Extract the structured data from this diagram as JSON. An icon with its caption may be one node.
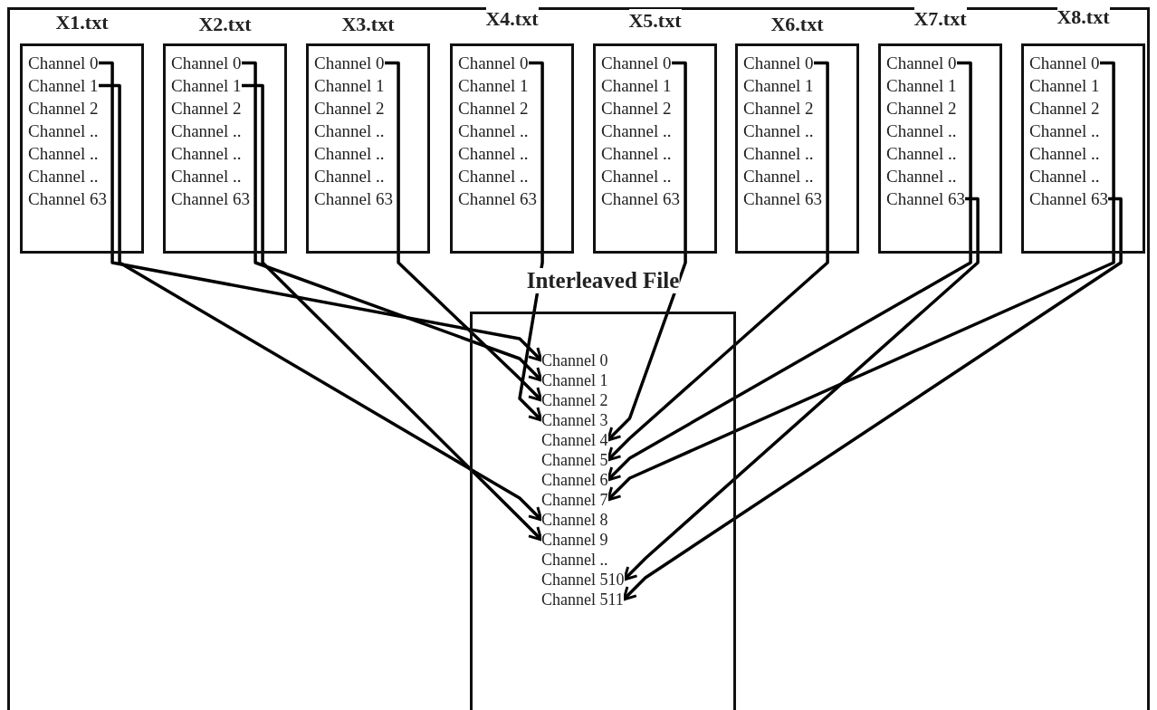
{
  "diagram": {
    "nodes": [
      {
        "text": [
          "X1.txt"
        ]
      },
      {
        "text": [
          "Channel 0"
        ],
        "in": 0
      },
      {
        "text": [
          "Channel 1"
        ],
        "in": 0
      },
      {
        "text": [
          "Channel 2"
        ],
        "in": 0
      },
      {
        "text": [
          "Channel .."
        ],
        "in": 0
      },
      {
        "text": [
          "Channel .."
        ],
        "in": 0
      },
      {
        "text": [
          "Channel .."
        ],
        "in": 0
      },
      {
        "text": [
          "Channel 63"
        ],
        "in": 0
      },
      {
        "text": [
          "X2.txt"
        ]
      },
      {
        "text": [
          "Channel 0"
        ],
        "in": 8
      },
      {
        "text": [
          "Channel 1"
        ],
        "in": 8
      },
      {
        "text": [
          "Channel 2"
        ],
        "in": 8
      },
      {
        "text": [
          "Channel .."
        ],
        "in": 8
      },
      {
        "text": [
          "Channel .."
        ],
        "in": 8
      },
      {
        "text": [
          "Channel .."
        ],
        "in": 8
      },
      {
        "text": [
          "Channel 63"
        ],
        "in": 8
      },
      {
        "text": [
          "X3.txt"
        ]
      },
      {
        "text": [
          "Channel 0"
        ],
        "in": 16
      },
      {
        "text": [
          "Channel 1"
        ],
        "in": 16
      },
      {
        "text": [
          "Channel 2"
        ],
        "in": 16
      },
      {
        "text": [
          "Channel .."
        ],
        "in": 16
      },
      {
        "text": [
          "Channel .."
        ],
        "in": 16
      },
      {
        "text": [
          "Channel .."
        ],
        "in": 16
      },
      {
        "text": [
          "Channel 63"
        ],
        "in": 16
      },
      {
        "text": [
          "X4.txt"
        ]
      },
      {
        "text": [
          "Channel 0"
        ],
        "in": 24
      },
      {
        "text": [
          "Channel 1"
        ],
        "in": 24
      },
      {
        "text": [
          "Channel 2"
        ],
        "in": 24
      },
      {
        "text": [
          "Channel .."
        ],
        "in": 24
      },
      {
        "text": [
          "Channel .."
        ],
        "in": 24
      },
      {
        "text": [
          "Channel .."
        ],
        "in": 24
      },
      {
        "text": [
          "Channel 63"
        ],
        "in": 24
      },
      {
        "text": [
          "X5.txt"
        ]
      },
      {
        "text": [
          "Channel 0"
        ],
        "in": 32
      },
      {
        "text": [
          "Channel 1"
        ],
        "in": 32
      },
      {
        "text": [
          "Channel 2"
        ],
        "in": 32
      },
      {
        "text": [
          "Channel .."
        ],
        "in": 32
      },
      {
        "text": [
          "Channel .."
        ],
        "in": 32
      },
      {
        "text": [
          "Channel .."
        ],
        "in": 32
      },
      {
        "text": [
          "Channel 63"
        ],
        "in": 32
      },
      {
        "text": [
          "X6.txt"
        ]
      },
      {
        "text": [
          "Channel 0"
        ],
        "in": 40
      },
      {
        "text": [
          "Channel 1"
        ],
        "in": 40
      },
      {
        "text": [
          "Channel 2"
        ],
        "in": 40
      },
      {
        "text": [
          "Channel .."
        ],
        "in": 40
      },
      {
        "text": [
          "Channel .."
        ],
        "in": 40
      },
      {
        "text": [
          "Channel .."
        ],
        "in": 40
      },
      {
        "text": [
          "Channel 63"
        ],
        "in": 40
      },
      {
        "text": [
          "X7.txt"
        ]
      },
      {
        "text": [
          "Channel 0"
        ],
        "in": 48
      },
      {
        "text": [
          "Channel 1"
        ],
        "in": 48
      },
      {
        "text": [
          "Channel 2"
        ],
        "in": 48
      },
      {
        "text": [
          "Channel .."
        ],
        "in": 48
      },
      {
        "text": [
          "Channel .."
        ],
        "in": 48
      },
      {
        "text": [
          "Channel .."
        ],
        "in": 48
      },
      {
        "text": [
          "Channel 63"
        ],
        "in": 48
      },
      {
        "text": [
          "X8.txt"
        ]
      },
      {
        "text": [
          "Channel 0"
        ],
        "in": 56
      },
      {
        "text": [
          "Channel 1"
        ],
        "in": 56
      },
      {
        "text": [
          "Channel 2"
        ],
        "in": 56
      },
      {
        "text": [
          "Channel .."
        ],
        "in": 56
      },
      {
        "text": [
          "Channel .."
        ],
        "in": 56
      },
      {
        "text": [
          "Channel .."
        ],
        "in": 56
      },
      {
        "text": [
          "Channel 63"
        ],
        "in": 56
      },
      {
        "text": [
          "Interleaved File"
        ]
      },
      {
        "text": [
          "Channel 0"
        ],
        "in": 64
      },
      {
        "text": [
          "Channel 1"
        ],
        "in": 64
      },
      {
        "text": [
          "Channel 2"
        ],
        "in": 64
      },
      {
        "text": [
          "Channel 3"
        ],
        "in": 64
      },
      {
        "text": [
          "Channel 4"
        ],
        "in": 64
      },
      {
        "text": [
          "Channel 5"
        ],
        "in": 64
      },
      {
        "text": [
          "Channel 6"
        ],
        "in": 64
      },
      {
        "text": [
          "Channel 7"
        ],
        "in": 64
      },
      {
        "text": [
          "Channel 8"
        ],
        "in": 64
      },
      {
        "text": [
          "Channel 9"
        ],
        "in": 64
      },
      {
        "text": [
          "Channel .."
        ],
        "in": 64
      },
      {
        "text": [
          "Channel 510"
        ],
        "in": 64
      },
      {
        "text": [
          "Channel 511"
        ],
        "in": 64
      }
    ],
    "edges": [
      {
        "from": 1,
        "to": 65,
        "arrow": "to"
      },
      {
        "from": 9,
        "to": 66,
        "arrow": "to"
      },
      {
        "from": 17,
        "to": 67,
        "arrow": "to"
      },
      {
        "from": 25,
        "to": 68,
        "arrow": "to"
      },
      {
        "from": 33,
        "to": 69,
        "arrow": "to"
      },
      {
        "from": 41,
        "to": 70,
        "arrow": "to"
      },
      {
        "from": 49,
        "to": 71,
        "arrow": "to"
      },
      {
        "from": 57,
        "to": 72,
        "arrow": "to"
      },
      {
        "from": 2,
        "to": 73,
        "arrow": "to"
      },
      {
        "from": 10,
        "to": 74,
        "arrow": "to"
      },
      {
        "from": 55,
        "to": 76,
        "arrow": "to"
      },
      {
        "from": 63,
        "to": 77,
        "arrow": "to"
      }
    ]
  }
}
